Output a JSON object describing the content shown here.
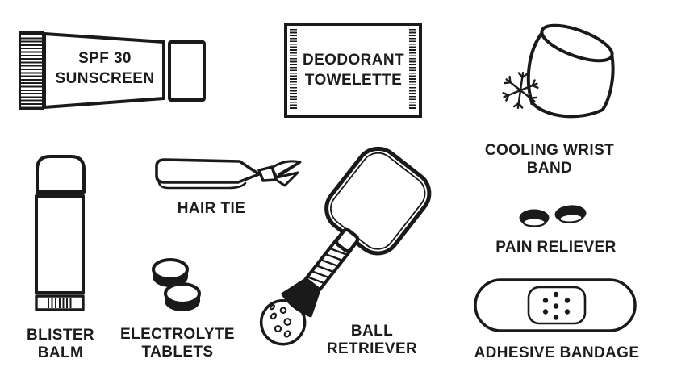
{
  "colors": {
    "ink": "#1a1a1a",
    "background": "#ffffff",
    "text": "#1c1c1c"
  },
  "items": {
    "sunscreen": {
      "icon": "sunscreen-tube-icon",
      "line1": "SPF 30",
      "line2": "SUNSCREEN"
    },
    "deodorant": {
      "icon": "towelette-packet-icon",
      "line1": "DEODORANT",
      "line2": "TOWELETTE"
    },
    "wristband": {
      "icon": "cooling-wristband-icon",
      "line1": "COOLING WRIST",
      "line2": "BAND"
    },
    "hairtie": {
      "icon": "hair-tie-icon",
      "line1": "HAIR TIE"
    },
    "blisterbalm": {
      "icon": "balm-stick-icon",
      "line1": "BLISTER",
      "line2": "BALM"
    },
    "electrolyte": {
      "icon": "electrolyte-tablets-icon",
      "line1": "ELECTROLYTE",
      "line2": "TABLETS"
    },
    "ballretriever": {
      "icon": "paddle-and-ball-icon",
      "line1": "BALL",
      "line2": "RETRIEVER"
    },
    "painreliever": {
      "icon": "pain-pills-icon",
      "line1": "PAIN RELIEVER"
    },
    "bandage": {
      "icon": "adhesive-bandage-icon",
      "line1": "ADHESIVE BANDAGE"
    }
  }
}
